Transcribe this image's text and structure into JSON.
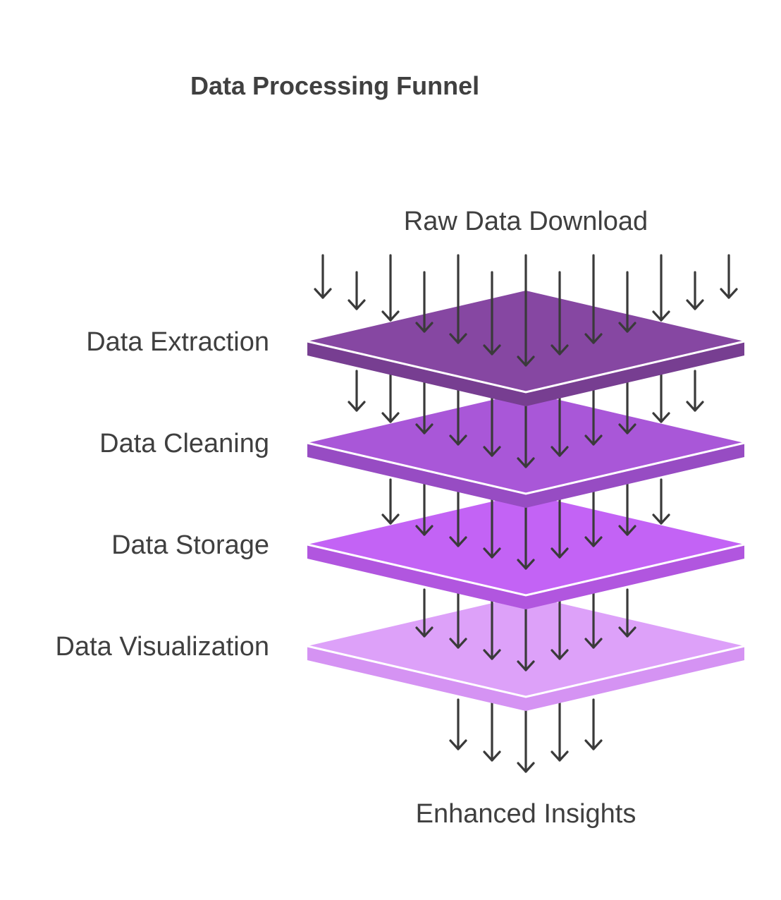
{
  "title": "Data Processing Funnel",
  "input_label": "Raw Data Download",
  "output_label": "Enhanced Insights",
  "layers": [
    {
      "label": "Data Extraction",
      "top_color": "#8647a2",
      "side_color": "#773e91"
    },
    {
      "label": "Data Cleaning",
      "top_color": "#a957d8",
      "side_color": "#974cc3"
    },
    {
      "label": "Data Storage",
      "top_color": "#c363f5",
      "side_color": "#b156df"
    },
    {
      "label": "Data Visualization",
      "top_color": "#dda1f9",
      "side_color": "#d593f3"
    }
  ],
  "arrow_color": "#3a3a3a"
}
